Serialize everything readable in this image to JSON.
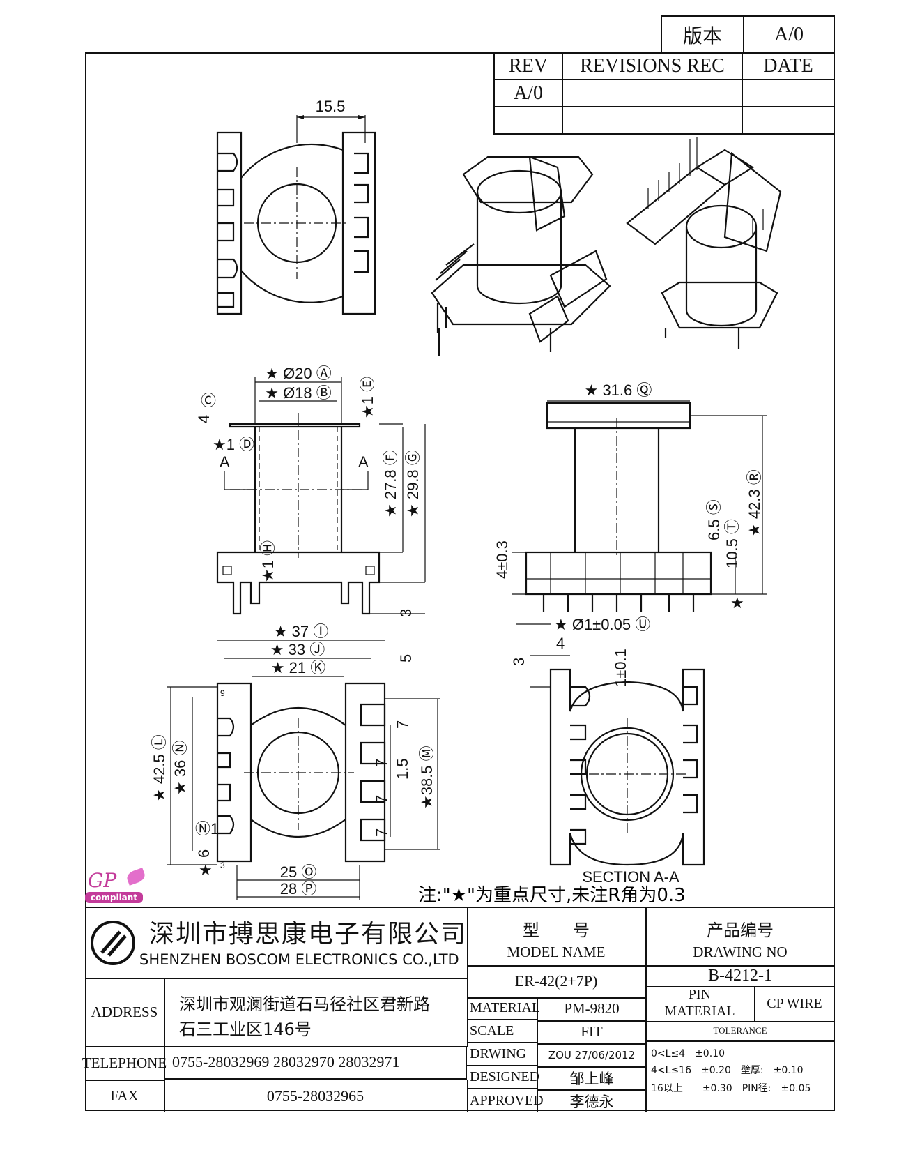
{
  "version": {
    "label": "版本",
    "value": "A/0"
  },
  "revisions": {
    "headers": [
      "REV",
      "REVISIONS REC",
      "DATE"
    ],
    "rows": [
      [
        "A/0",
        "",
        ""
      ],
      [
        "",
        "",
        ""
      ]
    ]
  },
  "dims": {
    "top_view_width": "15.5",
    "front": {
      "d20": "★ Ø20 Ⓐ",
      "d18": "★ Ø18 Ⓑ",
      "c4": "4",
      "c_label": "Ⓒ",
      "d1": "★1 Ⓓ",
      "e1": "★1 Ⓔ",
      "f": "★ 27.8 Ⓕ",
      "g": "★ 29.8 Ⓖ",
      "h": "★1 Ⓗ",
      "three": "3",
      "secA": "A"
    },
    "side": {
      "q": "★ 31.6 Ⓠ",
      "r": "★ 42.3 Ⓡ",
      "s": "6.5 Ⓢ",
      "t": "10.5 Ⓣ",
      "h4": "4±0.3",
      "u": "★ Ø1±0.05 Ⓤ",
      "star": "★"
    },
    "bottom": {
      "i": "★ 37 Ⓘ",
      "j": "★ 33 Ⓙ",
      "k": "★ 21 Ⓚ",
      "five": "5",
      "l": "★ 42.5 Ⓛ",
      "n": "★ 36 Ⓝ",
      "m": "★38.5 Ⓜ",
      "seven": "7",
      "onefive": "1.5",
      "n1": "Ⓝ1",
      "six": "6",
      "o": "25 Ⓞ",
      "p": "28 Ⓟ",
      "pin9": "9",
      "pin3": "3",
      "star": "★"
    },
    "section": {
      "title": "SECTION A-A",
      "four": "4",
      "three": "3",
      "wall": "1±0.1"
    }
  },
  "note": "注:\"★\"为重点尺寸,未注R角为0.3",
  "gp_logo": {
    "gp": "GP",
    "compliant": "compliant"
  },
  "company": {
    "name_cn": "深圳市搏思康电子有限公司",
    "name_en": "SHENZHEN BOSCOM ELECTRONICS CO.,LTD"
  },
  "title_block": {
    "model_cn": "型　　号",
    "model_en": "MODEL NAME",
    "drawing_cn": "产品编号",
    "drawing_en": "DRAWING NO",
    "model_value": "ER-42(2+7P)",
    "drawing_value": "B-4212-1",
    "address_label": "ADDRESS",
    "address_line1": "深圳市观澜街道石马径社区君新路",
    "address_line2": "石三工业区146号",
    "telephone_label": "TELEPHONE",
    "telephone_value": "0755-28032969 28032970 28032971",
    "fax_label": "FAX",
    "fax_value": "0755-28032965",
    "material_label": "MATERIAL",
    "material_value": "PM-9820",
    "scale_label": "SCALE",
    "scale_value": "FIT",
    "drwing_label": "DRWING",
    "drwing_value": "ZOU 27/06/2012",
    "designed_label": "DESIGNED",
    "designed_value": "邹上峰",
    "approved_label": "APPROVED",
    "approved_value": "李德永",
    "pin_material_label": "PIN\nMATERIAL",
    "pin_material_value": "CP WIRE",
    "tolerance_label": "TOLERANCE",
    "tol1": "0<L≤4　±0.10",
    "tol2": "4<L≤16　±0.20　壁厚:　±0.10",
    "tol3": "16以上　　±0.30　PIN径:　±0.05"
  }
}
